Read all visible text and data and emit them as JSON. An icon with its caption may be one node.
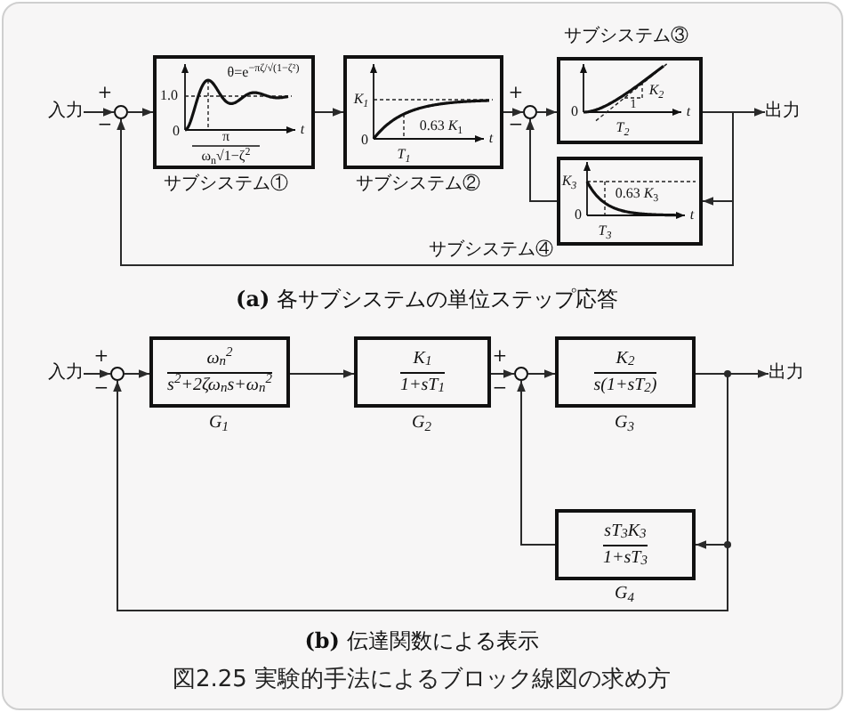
{
  "diagram": {
    "caption": "図2.25 実験的手法によるブロック線図の求め方",
    "nodes": [
      {
        "text": [
          "入力"
        ]
      },
      {
        "text": [],
        "shape": "circle",
        "beside": [
          "+",
          "−"
        ]
      },
      {
        "text": [
          "θ=e$^{−πζ/√(1−ζ²)}$",
          "1.0",
          "0",
          "t",
          "π",
          "ω$_{n}$√1−ζ$^{2}$"
        ],
        "beside": [
          "サブシステム①"
        ]
      },
      {
        "text": [
          "K$_{1}$",
          "0.63 *K*$_{1}$",
          "t",
          "0",
          "T$_{1}$"
        ],
        "beside": [
          "サブシステム②"
        ]
      },
      {
        "text": [],
        "shape": "circle",
        "beside": [
          "+",
          "−"
        ]
      },
      {
        "text": [
          "K$_{2}$",
          "1",
          "0",
          "T$_{2}$",
          "t"
        ],
        "beside": [
          "サブシステム③"
        ]
      },
      {
        "text": [
          "出力"
        ]
      },
      {
        "text": [
          "K$_{3}$",
          "0.63 *K*$_{3}$",
          "0",
          "t",
          "T$_{3}$"
        ],
        "beside": [
          "サブシステム④"
        ]
      },
      {
        "text": [
          "入力"
        ]
      },
      {
        "text": [],
        "shape": "circle",
        "beside": [
          "+",
          "−"
        ]
      },
      {
        "text": [
          "ω$_{n}$$^{2}$",
          "s$^{2}$+2ζω$_{n}$s+ω$_{n}$$^{2}$"
        ],
        "beside": [
          "G$_{1}$"
        ]
      },
      {
        "text": [
          "K$_{1}$",
          "1+sT$_{1}$"
        ],
        "beside": [
          "G$_{2}$"
        ]
      },
      {
        "text": [],
        "shape": "circle",
        "beside": [
          "+",
          "−"
        ]
      },
      {
        "text": [
          "K$_{2}$",
          "s(1+sT$_{2}$)"
        ],
        "beside": [
          "G$_{3}$"
        ]
      },
      {
        "text": [
          "出力"
        ]
      },
      {
        "text": [
          "sT$_{3}$K$_{3}$",
          "1+sT$_{3}$"
        ],
        "beside": [
          "G$_{4}$"
        ]
      }
    ],
    "edges": [
      {
        "from": 0,
        "to": 1,
        "arrow": "to"
      },
      {
        "from": 1,
        "to": 2,
        "arrow": "to"
      },
      {
        "from": 2,
        "to": 3,
        "arrow": "to"
      },
      {
        "from": 3,
        "to": 4,
        "arrow": "to"
      },
      {
        "from": 4,
        "to": 5,
        "arrow": "to"
      },
      {
        "from": 5,
        "to": 6,
        "arrow": "to"
      },
      {
        "from": 5,
        "to": 7,
        "arrow": "to"
      },
      {
        "from": 5,
        "to": 1,
        "arrow": "to"
      },
      {
        "from": 7,
        "to": 4,
        "arrow": "to"
      },
      {
        "from": 8,
        "to": 9,
        "arrow": "to"
      },
      {
        "from": 9,
        "to": 10,
        "arrow": "to"
      },
      {
        "from": 10,
        "to": 11,
        "arrow": "to"
      },
      {
        "from": 11,
        "to": 12,
        "arrow": "to"
      },
      {
        "from": 12,
        "to": 13,
        "arrow": "to"
      },
      {
        "from": 13,
        "to": 14,
        "arrow": "to"
      },
      {
        "from": 13,
        "to": 15,
        "arrow": "to"
      },
      {
        "from": 13,
        "to": 9,
        "arrow": "to"
      },
      {
        "from": 15,
        "to": 12,
        "arrow": "to"
      }
    ],
    "labels": [
      "**(a)** 各サブシステムの単位ステップ応答",
      "**(b)** 伝達関数による表示"
    ]
  }
}
